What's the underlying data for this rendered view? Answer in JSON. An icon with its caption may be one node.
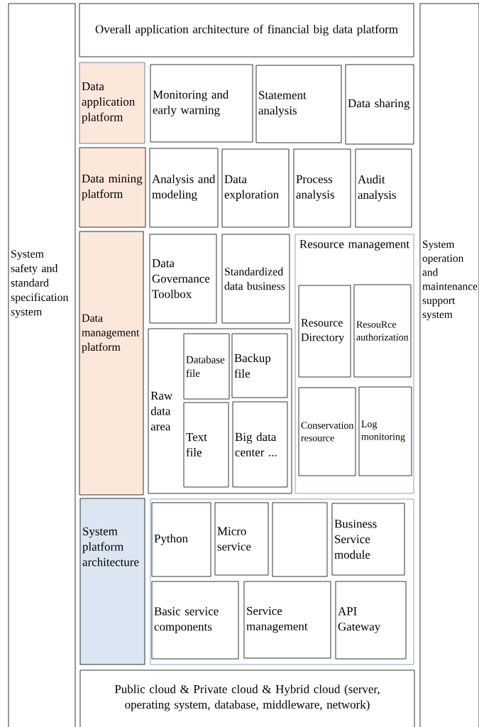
{
  "diagram": {
    "nodes": [
      {
        "text": [
          "System safety and standard specification system"
        ]
      },
      {
        "text": [
          "System operation and maintenance support system"
        ]
      },
      {
        "text": [
          "Overall application architecture of financial big data platform"
        ]
      },
      {
        "text": [
          "Data application platform"
        ]
      },
      {
        "text": [
          "Monitoring and early warning"
        ]
      },
      {
        "text": [
          "Statement analysis"
        ]
      },
      {
        "text": [
          "Data sharing"
        ]
      },
      {
        "text": [
          "Data mining platform"
        ]
      },
      {
        "text": [
          "Analysis and modeling"
        ]
      },
      {
        "text": [
          "Data exploration"
        ]
      },
      {
        "text": [
          "Process analysis"
        ]
      },
      {
        "text": [
          "Audit analysis"
        ]
      },
      {
        "text": [
          "Data management platform"
        ]
      },
      {
        "text": [
          "Data Governance Toolbox"
        ]
      },
      {
        "text": [
          "Standardized data business"
        ]
      },
      {
        "text": [
          "Raw data area"
        ]
      },
      {
        "text": [
          "Database file"
        ],
        "in": 15
      },
      {
        "text": [
          "Backup file"
        ],
        "in": 15
      },
      {
        "text": [
          "Text file"
        ],
        "in": 15
      },
      {
        "text": [
          "Big data center ..."
        ],
        "in": 15
      },
      {
        "text": [
          "Resource management"
        ]
      },
      {
        "text": [
          "Resource Directory"
        ],
        "in": 20
      },
      {
        "text": [
          "ResouRce authorization"
        ],
        "in": 20
      },
      {
        "text": [
          "Conservation resource"
        ],
        "in": 20
      },
      {
        "text": [
          "Log monitoring"
        ],
        "in": 20
      },
      {
        "text": [
          "System platform architecture"
        ]
      },
      {
        "text": [],
        "shape": "box"
      },
      {
        "text": [
          "Python"
        ],
        "in": 26
      },
      {
        "text": [
          "Micro service"
        ],
        "in": 26
      },
      {
        "text": [],
        "shape": "box",
        "in": 26
      },
      {
        "text": [
          "Business Service module"
        ],
        "in": 26
      },
      {
        "text": [
          "Basic service components"
        ],
        "in": 26
      },
      {
        "text": [
          "Service management"
        ],
        "in": 26
      },
      {
        "text": [
          "API Gateway"
        ],
        "in": 26
      },
      {
        "text": [
          "Public cloud & Private cloud & Hybrid cloud (server, operating system, database, middleware, network)"
        ]
      }
    ]
  }
}
